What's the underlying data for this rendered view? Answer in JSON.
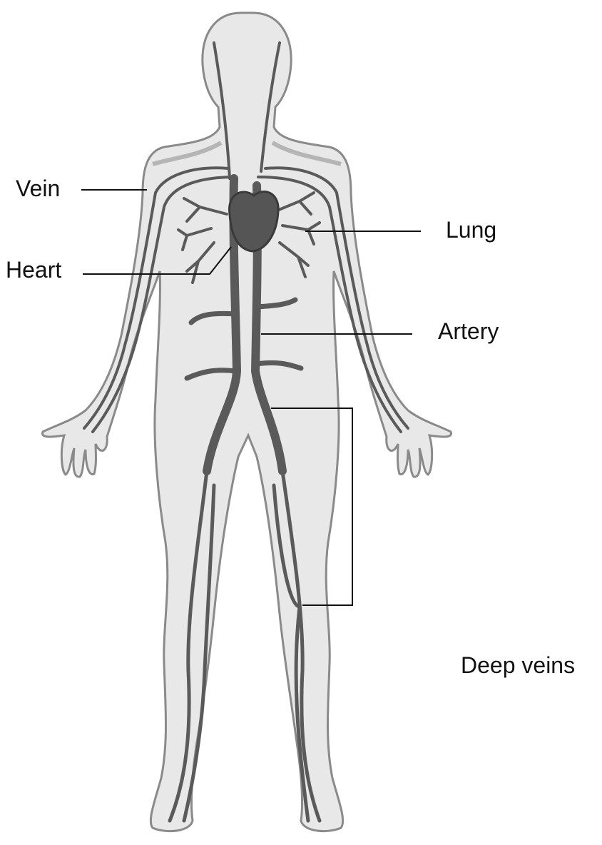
{
  "labels": {
    "vein": "Vein",
    "heart": "Heart",
    "lung": "Lung",
    "artery": "Artery",
    "deep_veins": "Deep veins"
  },
  "colors": {
    "skin_fill": "#e8e8e8",
    "outline": "#8a8a8a",
    "vessel": "#5a5a5a",
    "heart": "#555555",
    "leader_line": "#111111"
  }
}
